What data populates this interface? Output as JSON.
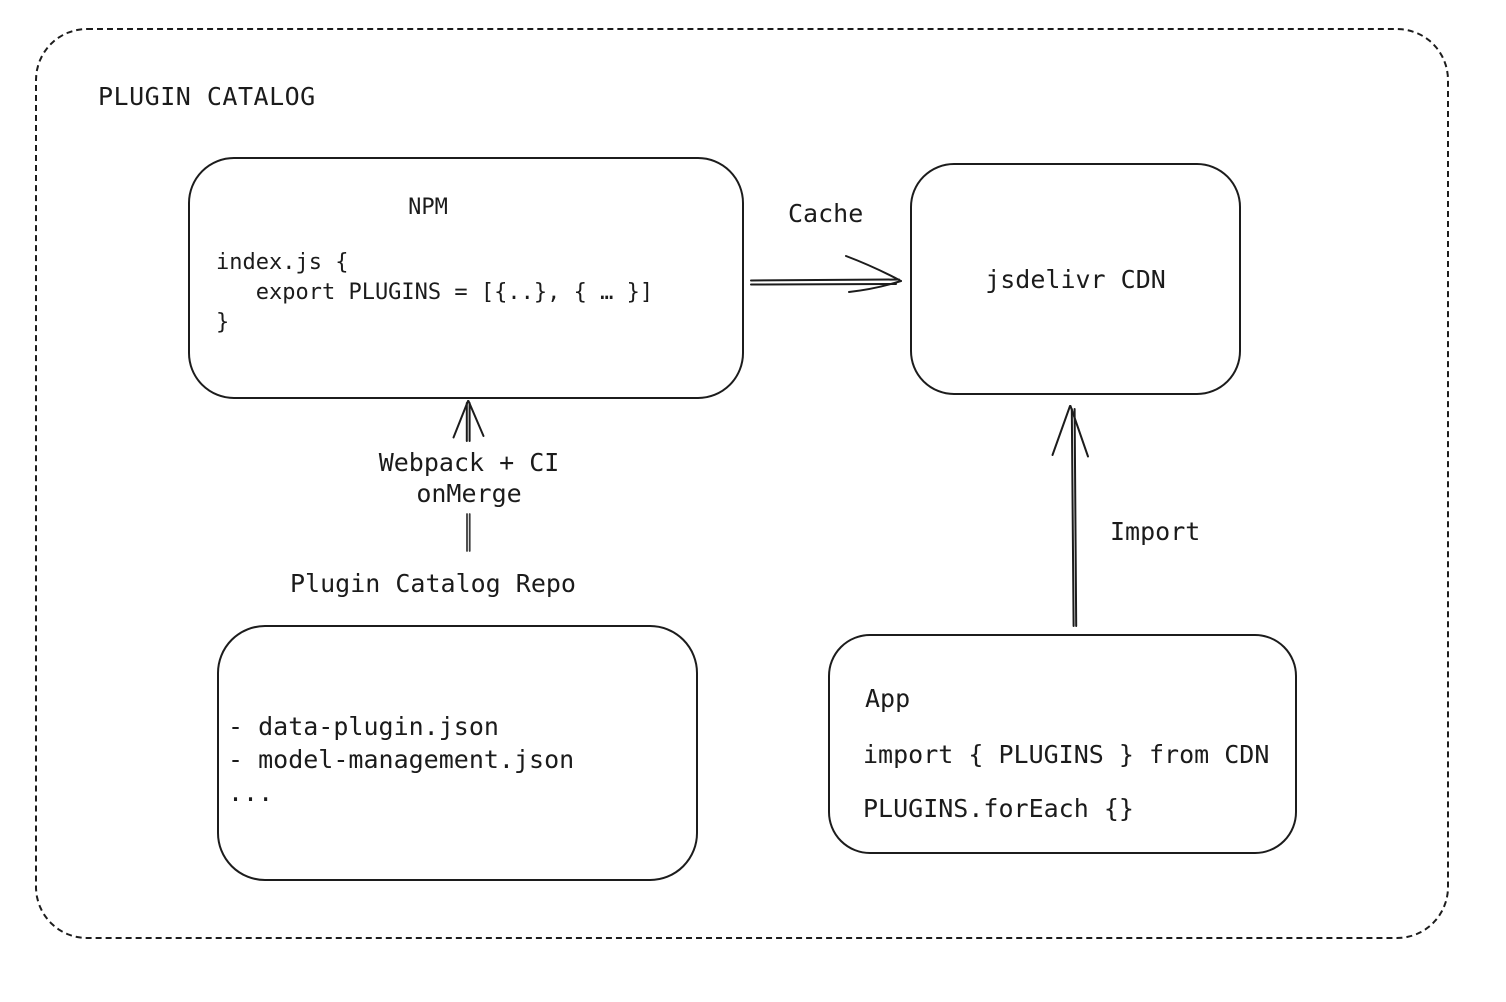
{
  "title": "PLUGIN CATALOG",
  "nodes": {
    "npm": {
      "title": "NPM",
      "code": [
        "index.js {",
        "   export PLUGINS = [{..}, { … }]",
        "}"
      ]
    },
    "cdn": {
      "label": "jsdelivr CDN"
    },
    "repo": {
      "heading": "Plugin Catalog Repo",
      "files": [
        "- data-plugin.json",
        "- model-management.json",
        "..."
      ]
    },
    "app": {
      "title": "App",
      "code": [
        "import { PLUGINS } from CDN",
        "PLUGINS.forEach {}"
      ]
    }
  },
  "edges": {
    "cache": {
      "label": "Cache",
      "from": "NPM",
      "to": "jsdelivr CDN"
    },
    "build": {
      "label_line1": "Webpack + CI",
      "label_line2": "onMerge",
      "from": "Plugin Catalog Repo",
      "to": "NPM"
    },
    "import": {
      "label": "Import",
      "from": "App",
      "to": "jsdelivr CDN"
    }
  },
  "colors": {
    "ink": "#1b1b1b",
    "background": "#ffffff"
  }
}
